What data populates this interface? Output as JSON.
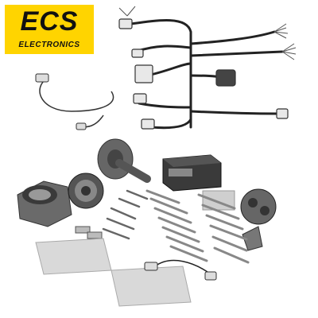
{
  "brand": {
    "name": "ECS",
    "tagline": "ELECTRONICS",
    "color": "#ffd400"
  },
  "kit": {
    "components": [
      "wiring-harness",
      "adapter-cable",
      "13-pin-socket",
      "rubber-seal",
      "socket-plate",
      "control-module",
      "adhesive-pad",
      "grommet",
      "cable-ties",
      "screws-and-bolts",
      "fuses",
      "relay",
      "mounting-tape-strips"
    ]
  }
}
